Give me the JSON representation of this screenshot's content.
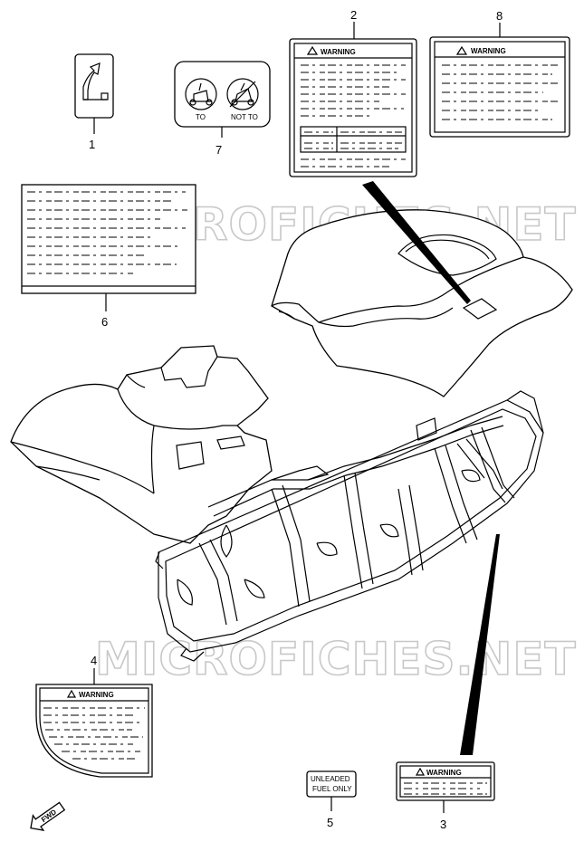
{
  "watermark": [
    "MICROFICHES.NET",
    "MICROFICHES.NET"
  ],
  "labels": {
    "warning_text": "WARNING",
    "unleaded_line1": "UNLEADED",
    "unleaded_line2": "FUEL ONLY",
    "fwd_text": "FWD",
    "sticker7_left": "TO",
    "sticker7_right": "NOT TO"
  },
  "callouts": [
    {
      "id": "1",
      "label": "1"
    },
    {
      "id": "2",
      "label": "2"
    },
    {
      "id": "3",
      "label": "3"
    },
    {
      "id": "4",
      "label": "4"
    },
    {
      "id": "5",
      "label": "5"
    },
    {
      "id": "6",
      "label": "6"
    },
    {
      "id": "7",
      "label": "7"
    },
    {
      "id": "8",
      "label": "8"
    }
  ]
}
